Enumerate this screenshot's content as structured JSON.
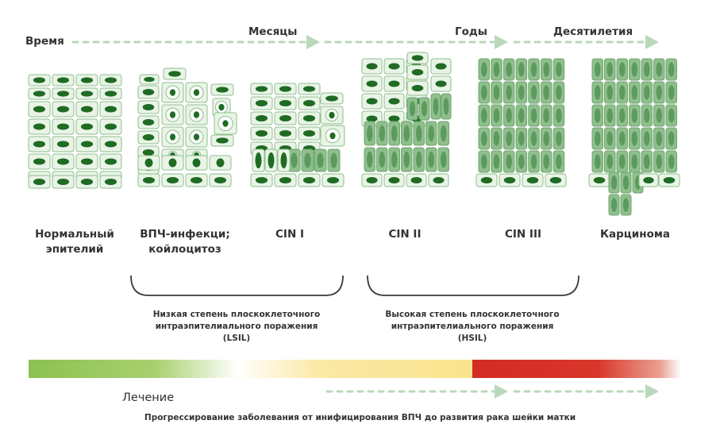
{
  "timeline": {
    "time_label": "Время",
    "months_label": "Месяцы",
    "years_label": "Годы",
    "decades_label": "Десятилетия"
  },
  "stages": [
    {
      "line1": "Нормальный",
      "line2": "эпителий"
    },
    {
      "line1": "ВПЧ-инфекци;",
      "line2": "койлоцитоз"
    },
    {
      "line1": "CIN I",
      "line2": ""
    },
    {
      "line1": "CIN II",
      "line2": ""
    },
    {
      "line1": "CIN III",
      "line2": ""
    },
    {
      "line1": "Карцинома",
      "line2": ""
    }
  ],
  "groups": {
    "lsil": {
      "line1": "Низкая степень плоскоклеточного",
      "line2": "интраэпителиального поражения",
      "line3": "(LSIL)"
    },
    "hsil": {
      "line1": "Высокая степень плоскоклеточного",
      "line2": "интраэпителиального поражения",
      "line3": "(HSIL)"
    }
  },
  "treatment_label": "Лечение",
  "caption": "Прогрессирование заболевания от инифицирования ВПЧ до развития рака шейки матки",
  "colors": {
    "cell_fill": "#e9f4e7",
    "cell_stroke": "#8fbf8c",
    "nucleus": "#1f6b23",
    "dysplastic_fill": "#8fbf8c",
    "dysplastic_nucleus": "#5c9a5e",
    "arrow": "#b9d8bb",
    "green": "#8cc152",
    "yellow": "#f9e48c",
    "red": "#d42b25"
  }
}
